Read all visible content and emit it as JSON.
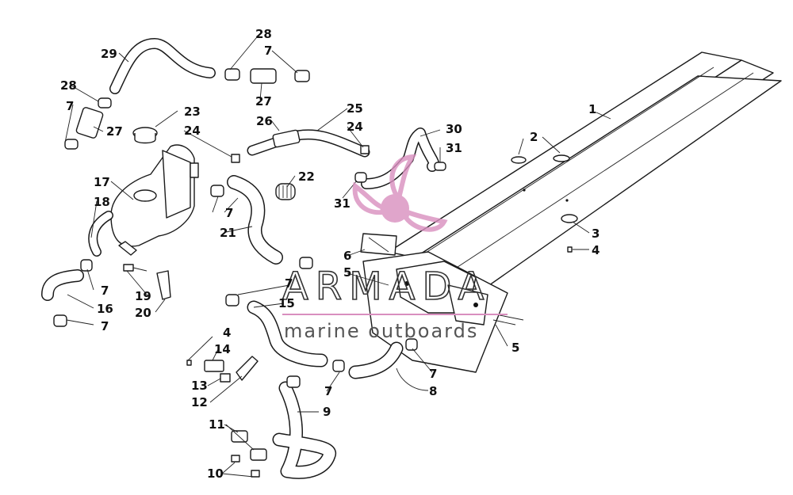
{
  "watermark": {
    "title": "ARMADA",
    "subtitle": "marine outboards",
    "logo_color": "#d98fbf"
  },
  "callouts": {
    "c1": "1",
    "c2": "2",
    "c3": "3",
    "c4a": "4",
    "c4b": "4",
    "c5a": "5",
    "c5b": "5",
    "c6": "6",
    "c7a": "7",
    "c7b": "7",
    "c7c": "7",
    "c7d": "7",
    "c7e": "7",
    "c7f": "7",
    "c7g": "7",
    "c7h": "7",
    "c8": "8",
    "c9": "9",
    "c10": "10",
    "c11": "11",
    "c12": "12",
    "c13": "13",
    "c14": "14",
    "c15": "15",
    "c16": "16",
    "c17": "17",
    "c18": "18",
    "c19": "19",
    "c20": "20",
    "c21": "21",
    "c22": "22",
    "c23": "23",
    "c24a": "24",
    "c24b": "24",
    "c25": "25",
    "c26": "26",
    "c27a": "27",
    "c27b": "27",
    "c28a": "28",
    "c28b": "28",
    "c29": "29",
    "c30": "30",
    "c31a": "31",
    "c31b": "31"
  }
}
